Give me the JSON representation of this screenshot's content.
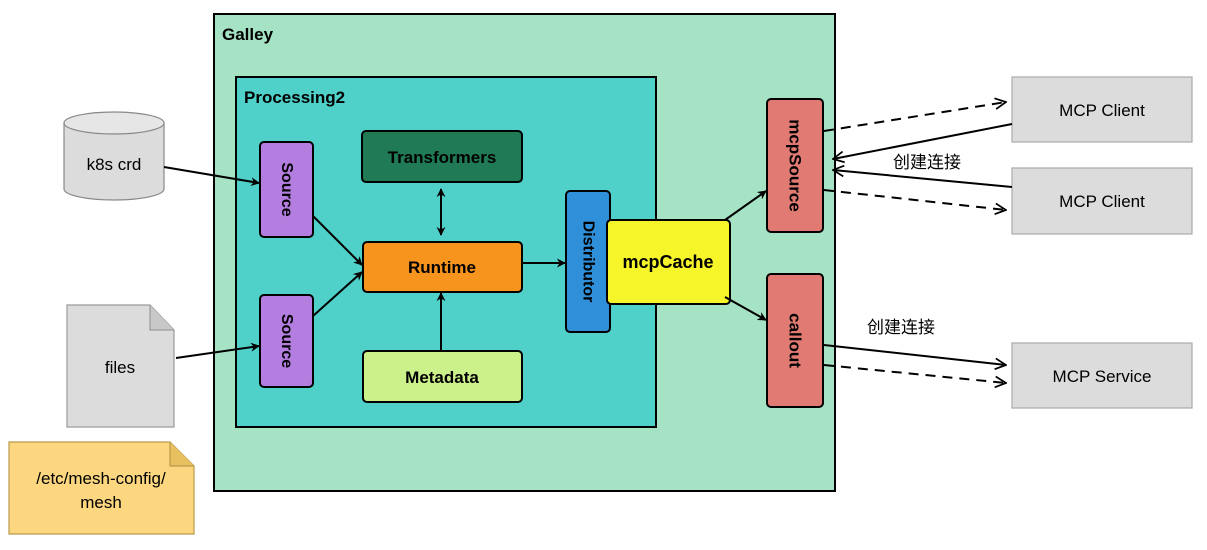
{
  "galley": {
    "title": "Galley"
  },
  "processing": {
    "title": "Processing2"
  },
  "sources": {
    "k8s": "k8s crd",
    "files": "files",
    "mesh_config": [
      "/etc/mesh-config/",
      "mesh"
    ]
  },
  "components": {
    "source_top": "Source",
    "source_bottom": "Source",
    "transformers": "Transformers",
    "runtime": "Runtime",
    "metadata": "Metadata",
    "distributor": "Distributor",
    "mcpcache": "mcpCache",
    "mcpsource": "mcpSource",
    "callout": "callout"
  },
  "external": {
    "client_top": "MCP Client",
    "client_bottom": "MCP Client",
    "service": "MCP Service"
  },
  "edge_labels": {
    "connect_top": "创建连接",
    "connect_bottom": "创建连接"
  },
  "colors": {
    "galley_bg": "#a6e3c4",
    "processing_bg": "#4fd0c8",
    "source": "#b47ee0",
    "transformers": "#1f7a55",
    "runtime": "#f7941d",
    "metadata": "#ccf08a",
    "distributor": "#2f8fd8",
    "mcpcache": "#f5f52a",
    "mcpsource": "#e07a72",
    "external": "#dcdcdc",
    "mesh_note": "#fcd77f"
  }
}
